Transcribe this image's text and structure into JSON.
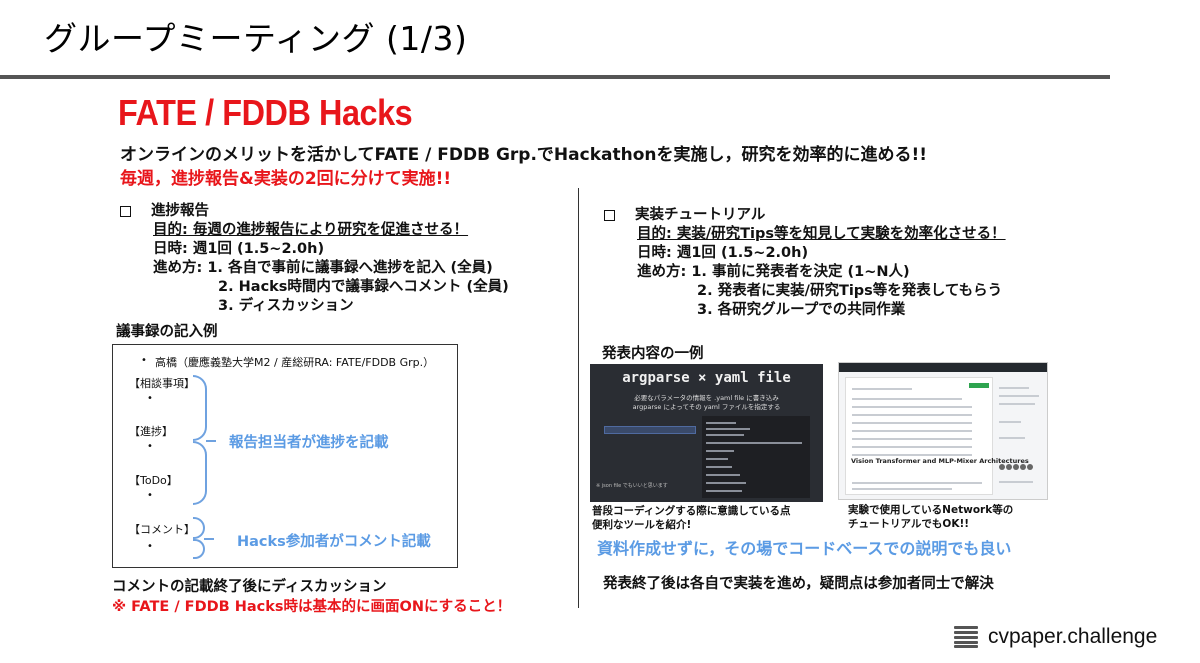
{
  "header": {
    "title": "グループミーティング (1/3)"
  },
  "hacks": {
    "title": "FATE / FDDB Hacks",
    "intro": "オンラインのメリットを活かしてFATE / FDDB Grp.でHackathonを実施し，研究を効率的に進める!!",
    "intro_red": "毎週，進捗報告&実装の2回に分けて実施!!"
  },
  "left": {
    "heading": "進捗報告",
    "purpose": "目的: 毎週の進捗報告により研究を促進させる！",
    "schedule": "日時: 週1回 (1.5~2.0h)",
    "method_1": "進め方: 1. 各自で事前に議事録へ進捗を記入 (全員)",
    "method_2": "2. Hacks時間内で議事録へコメント (全員)",
    "method_3": "3. ディスカッション",
    "example_title": "議事録の記入例",
    "example": {
      "name_line": "高橋（慶應義塾大学M2 / 産総研RA: FATE/FDDB Grp.）",
      "consult": "【相談事項】",
      "progress": "【進捗】",
      "todo": "【ToDo】",
      "comment": "【コメント】",
      "bullet": "•",
      "note_reporter": "報告担当者が進捗を記載",
      "note_comment": "Hacks参加者がコメント記載"
    },
    "bottom_1": "コメントの記載終了後にディスカッション",
    "bottom_2": "※ FATE / FDDB Hacks時は基本的に画面ONにすること！"
  },
  "right": {
    "heading": "実装チュートリアル",
    "purpose": "目的: 実装/研究Tips等を知見して実験を効率化させる！",
    "schedule": "日時: 週1回 (1.5~2.0h)",
    "method_1": "進め方: 1. 事前に発表者を決定 (1~N人)",
    "method_2": "2. 発表者に実装/研究Tips等を発表してもらう",
    "method_3": "3. 各研究グループでの共同作業",
    "example_title": "発表内容の一例",
    "shot1": {
      "title": "argparse × yaml file",
      "sub_1": "必要なパラメータの情報を .yaml file に書き込み",
      "sub_2": "argparse によってその yaml ファイルを指定する",
      "footer": "※ json file でもいいと思います"
    },
    "shot2": {
      "heading": "Vision Transformer and MLP-Mixer Architectures"
    },
    "caption_1a": "普段コーディングする際に意識している点",
    "caption_1b": "便利なツールを紹介!",
    "caption_2a": "実験で使用しているNetwork等の",
    "caption_2b": "チュートリアルでもOK!!",
    "blue_note": "資料作成せずに，その場でコードベースでの説明でも良い",
    "bottom": "発表終了後は各自で実装を進め，疑問点は参加者同士で解決"
  },
  "brand": {
    "text": "cvpaper.challenge"
  },
  "colors": {
    "accent_red": "#e8161b",
    "note_blue": "#5b9be4",
    "brace_blue": "#6fa2e0"
  }
}
